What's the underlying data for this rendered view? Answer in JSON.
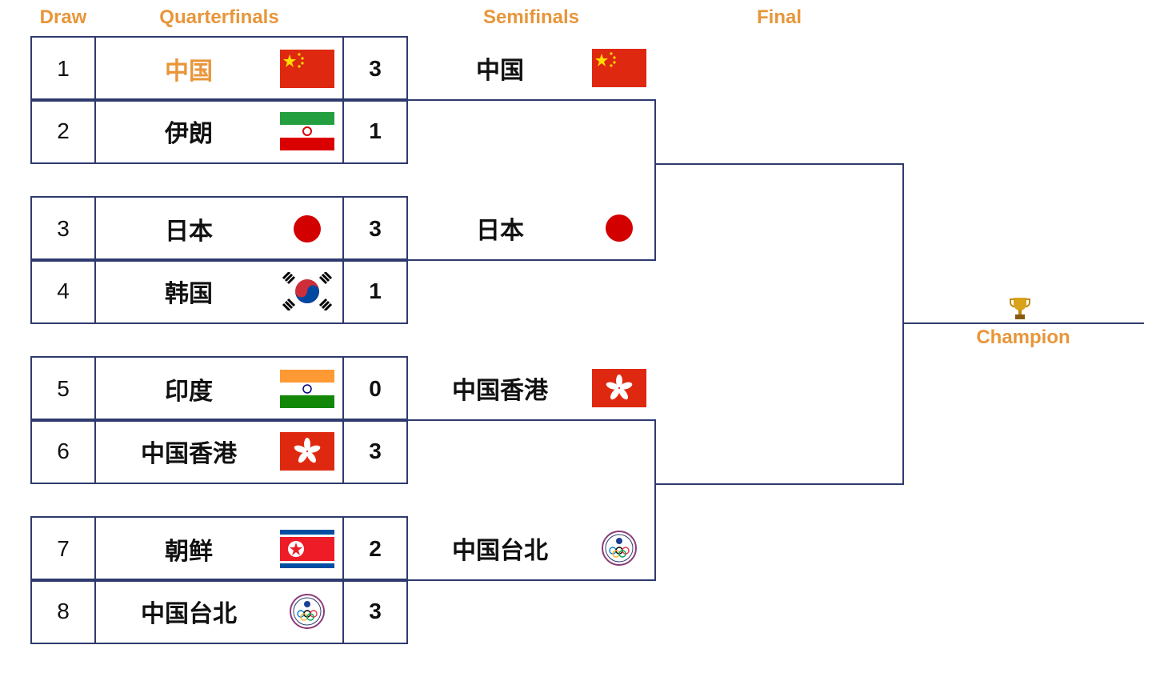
{
  "headers": {
    "draw": "Draw",
    "quarterfinals": "Quarterfinals",
    "semifinals": "Semifinals",
    "final": "Final"
  },
  "quarterfinals": [
    {
      "draw": "1",
      "team": "中国",
      "flag": "china",
      "score": "3",
      "winner": true
    },
    {
      "draw": "2",
      "team": "伊朗",
      "flag": "iran",
      "score": "1"
    },
    {
      "draw": "3",
      "team": "日本",
      "flag": "japan",
      "score": "3"
    },
    {
      "draw": "4",
      "team": "韩国",
      "flag": "korea",
      "score": "1"
    },
    {
      "draw": "5",
      "team": "印度",
      "flag": "india",
      "score": "0"
    },
    {
      "draw": "6",
      "team": "中国香港",
      "flag": "hongkong",
      "score": "3"
    },
    {
      "draw": "7",
      "team": "朝鲜",
      "flag": "dprk",
      "score": "2"
    },
    {
      "draw": "8",
      "team": "中国台北",
      "flag": "chinese-taipei",
      "score": "3"
    }
  ],
  "semifinals": [
    {
      "team": "中国",
      "flag": "china",
      "winner": true
    },
    {
      "team": "日本",
      "flag": "japan"
    },
    {
      "team": "中国香港",
      "flag": "hongkong"
    },
    {
      "team": "中国台北",
      "flag": "chinese-taipei"
    }
  ],
  "champion": {
    "label": "Champion",
    "icon": "trophy-icon"
  },
  "colors": {
    "accent": "#E8963A",
    "line": "#2E3A6E"
  }
}
